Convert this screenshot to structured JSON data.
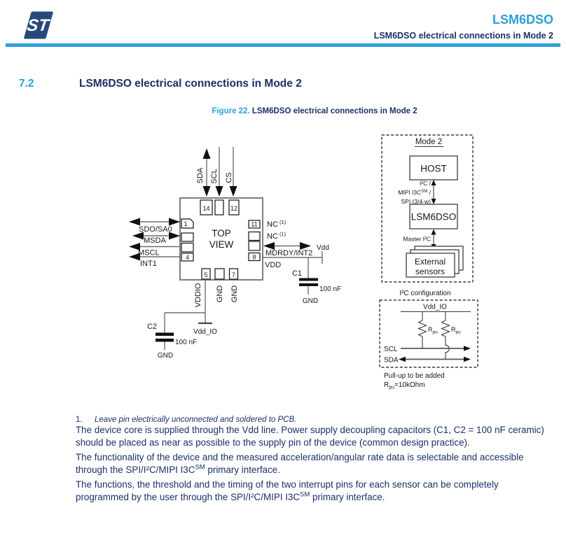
{
  "header": {
    "product": "LSM6DSO",
    "doc_title": "LSM6DSO electrical connections in Mode 2",
    "accent_color": "#2ba0d8",
    "navy_color": "#1a3067"
  },
  "section": {
    "number": "7.2",
    "title": "LSM6DSO electrical connections in Mode 2"
  },
  "figure": {
    "label": "Figure 22.",
    "caption": " LSM6DSO electrical connections in Mode 2"
  },
  "chip": {
    "center_line1": "TOP",
    "center_line2": "VIEW",
    "pins": {
      "top": [
        {
          "num": "14",
          "signal": "SDA"
        },
        {
          "num": "",
          "signal": "SCL"
        },
        {
          "num": "12",
          "signal": "CS"
        }
      ],
      "left": [
        {
          "num": "1",
          "signal": "SDO/SA0"
        },
        {
          "num": "",
          "signal": "MSDA"
        },
        {
          "num": "",
          "signal": "MSCL"
        },
        {
          "num": "4",
          "signal": "INT1"
        }
      ],
      "right": [
        {
          "num": "11",
          "signal": "NC",
          "sup": " (1)"
        },
        {
          "num": "",
          "signal": "NC",
          "sup": " (1)"
        },
        {
          "num": "",
          "signal": "MDRDY/INT2"
        },
        {
          "num": "8",
          "signal": "VDD"
        }
      ],
      "bottom": [
        {
          "num": "5",
          "signal": "VDDIO"
        },
        {
          "num": "",
          "signal": "GND"
        },
        {
          "num": "7",
          "signal": "GND"
        }
      ]
    }
  },
  "power": {
    "vdd": "Vdd",
    "vdd_io": "Vdd_IO",
    "c1_name": "C1",
    "c1_value": "100 nF",
    "c1_gnd": "GND",
    "c2_name": "C2",
    "c2_value": "100 nF",
    "c2_gnd": "GND"
  },
  "mode2": {
    "title": "Mode 2",
    "host": "HOST",
    "bus1": "I²C /",
    "bus2_pre": "MIPI I3C",
    "bus2_sup": "SM",
    "bus2_post": " /",
    "bus3": "SPI (3/4-w)",
    "device": "LSM6DSO",
    "master_bus": "Master I²C",
    "sensors_line1": "External",
    "sensors_line2": "sensors"
  },
  "i2c": {
    "title": "I²C configuration",
    "vdd_io": "Vdd_IO",
    "r_base": "R",
    "r_sub": "pu",
    "scl": "SCL",
    "sda": "SDA",
    "note_line1": "Pull-up to be added",
    "note2_pre": "R",
    "note2_sub": "pu",
    "note2_post": "=10kOhm"
  },
  "footnote": {
    "num": "1.",
    "text": "Leave pin electrically unconnected and soldered to PCB."
  },
  "body": {
    "p1_line1": "The device core is supplied through the Vdd line. Power supply decoupling capacitors (C1, C2 = 100 nF ceramic)",
    "p1_line2": "should be placed as near as possible to the supply pin of the device (common design practice).",
    "p2_line1": "The functionality of the device and the measured acceleration/angular rate data is selectable and accessible",
    "p2_line2_pre": "through the SPI/I²C/MIPI I3C",
    "p2_sup": "SM",
    "p2_line2_post": " primary interface.",
    "p3_line1": "The functions, the threshold and the timing of the two interrupt pins for each sensor can be completely",
    "p3_line2_pre": "programmed by the user through the SPI/I²C/MIPI I3C",
    "p3_sup": "SM",
    "p3_line2_post": " primary interface."
  }
}
